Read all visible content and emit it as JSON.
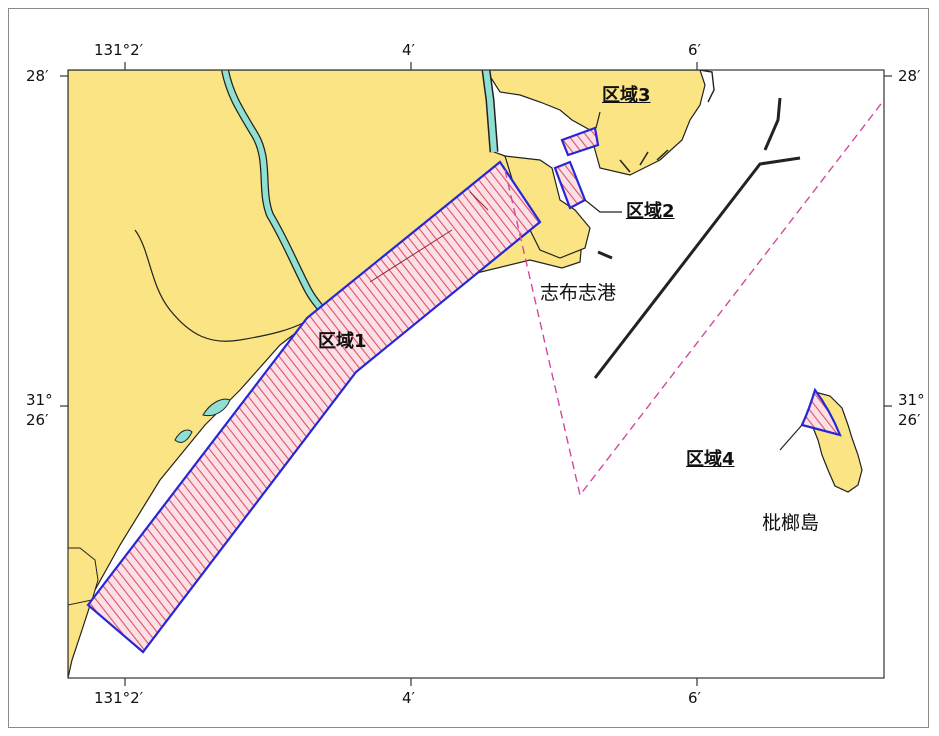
{
  "axes": {
    "top": [
      "131°2′",
      "4′",
      "6′"
    ],
    "bottom": [
      "131°2′",
      "4′",
      "6′"
    ],
    "left": [
      {
        "line1": "28′",
        "line2": ""
      },
      {
        "line1": "31°",
        "line2": "26′"
      }
    ],
    "right": [
      {
        "line1": "28′",
        "line2": ""
      },
      {
        "line1": "31°",
        "line2": "26′"
      }
    ]
  },
  "zones": [
    {
      "label": "区域1"
    },
    {
      "label": "区域2"
    },
    {
      "label": "区域3"
    },
    {
      "label": "区域4"
    }
  ],
  "places": {
    "port": "志布志港",
    "island": "枇榔島"
  },
  "colors": {
    "land": "#fae483",
    "sea": "#ffffff",
    "river": "#8fe0d2",
    "zone_border": "#2727d6",
    "hatch": "#e0506a",
    "dashed_boundary": "#d24aa0",
    "breakwater": "#222222"
  }
}
